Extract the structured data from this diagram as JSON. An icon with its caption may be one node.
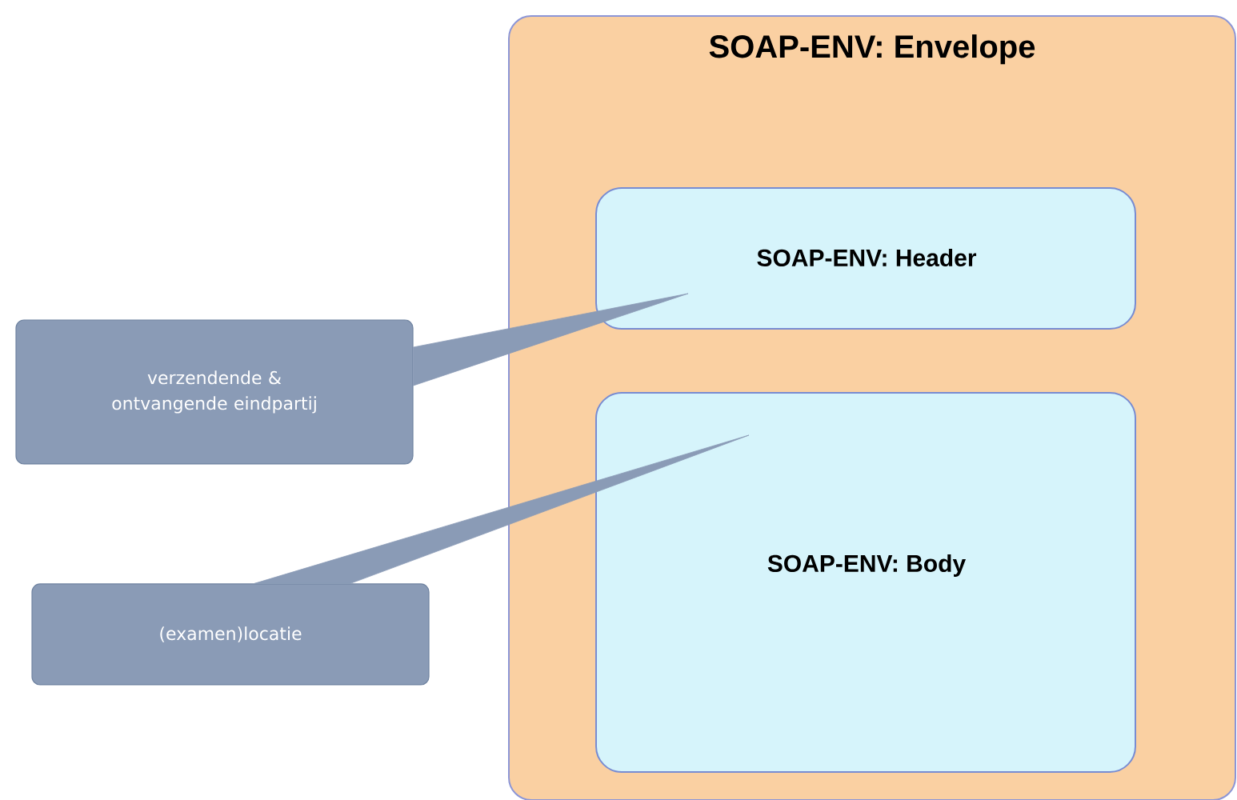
{
  "diagram": {
    "nodes": [
      {
        "text": [
          "SOAP-ENV: Envelope"
        ]
      },
      {
        "text": [
          "SOAP-ENV: Header"
        ],
        "in": 0
      },
      {
        "text": [
          "SOAP-ENV: Body"
        ],
        "in": 0
      },
      {
        "text": [
          "verzendende & ontvangende eindpartij"
        ]
      },
      {
        "text": [
          "(examen)locatie"
        ]
      }
    ],
    "edges": [
      {
        "from": 3,
        "to": 1,
        "arrow": "none"
      },
      {
        "from": 4,
        "to": 2,
        "arrow": "none"
      }
    ]
  }
}
